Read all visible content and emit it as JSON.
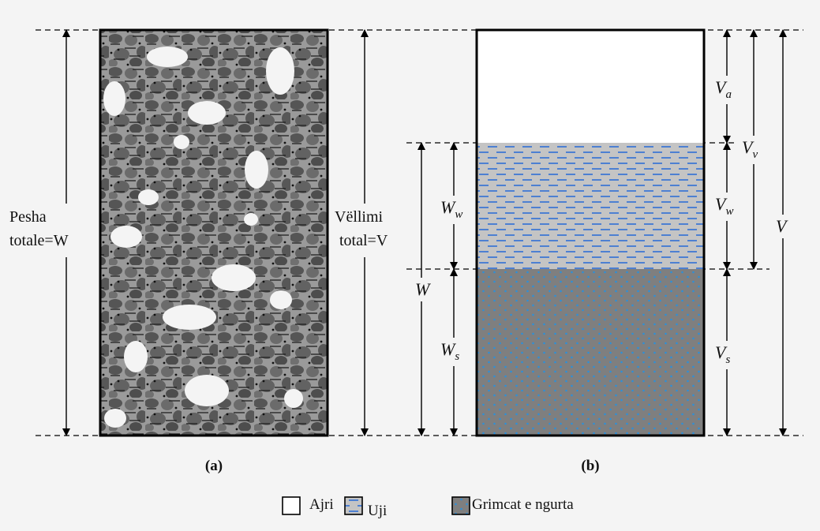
{
  "panel_a": {
    "weight_label": [
      "Pesha",
      "totale=W"
    ],
    "volume_label": [
      "Vëllimi",
      "total=V"
    ],
    "caption": "(a)"
  },
  "panel_b": {
    "caption": "(b)",
    "dimensions": {
      "Va": {
        "main": "V",
        "sub": "a"
      },
      "Vv": {
        "main": "V",
        "sub": "v"
      },
      "Vw": {
        "main": "V",
        "sub": "w"
      },
      "Vs": {
        "main": "V",
        "sub": "s"
      },
      "V": {
        "main": "V",
        "sub": ""
      },
      "Ww": {
        "main": "W",
        "sub": "w"
      },
      "Ws": {
        "main": "W",
        "sub": "s"
      },
      "W": {
        "main": "W",
        "sub": ""
      }
    }
  },
  "legend": {
    "air": "Ajri",
    "water": "Uji",
    "solids": "Grimcat e ngurta"
  },
  "colors": {
    "background": "#f4f4f4",
    "water_fill": "#c4c4c4",
    "water_dash": "#2f6fd6",
    "solid_fill": "#7f7f7f",
    "solid_dot": "#2f8fd6",
    "grain_dark": "#3c3c3c",
    "grain_mid": "#8a8a8a"
  }
}
